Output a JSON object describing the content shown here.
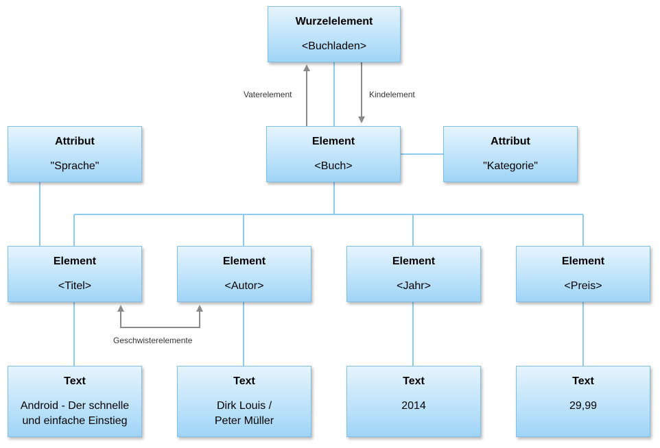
{
  "root": {
    "title": "Wurzelelement",
    "value": "<Buchladen>"
  },
  "book": {
    "title": "Element",
    "value": "<Buch>"
  },
  "attr_left": {
    "title": "Attribut",
    "value": "\"Sprache\""
  },
  "attr_right": {
    "title": "Attribut",
    "value": "\"Kategorie\""
  },
  "children": [
    {
      "title": "Element",
      "value": "<Titel>"
    },
    {
      "title": "Element",
      "value": "<Autor>"
    },
    {
      "title": "Element",
      "value": "<Jahr>"
    },
    {
      "title": "Element",
      "value": "<Preis>"
    }
  ],
  "texts": [
    {
      "title": "Text",
      "line1": "Android - Der schnelle",
      "line2": "und einfache Einstieg"
    },
    {
      "title": "Text",
      "line1": "Dirk Louis /",
      "line2": "Peter Müller"
    },
    {
      "title": "Text",
      "line1": "2014",
      "line2": ""
    },
    {
      "title": "Text",
      "line1": "29,99",
      "line2": ""
    }
  ],
  "labels": {
    "parent": "Vaterelement",
    "child": "Kindelement",
    "siblings": "Geschwisterelemente"
  },
  "colors": {
    "box_border": "#7fbfe8",
    "box_fill_top": "#e6f4fd",
    "box_fill_bottom": "#9fd4f6",
    "connector": "#8ccbf0",
    "arrow": "#8a8a8a"
  }
}
